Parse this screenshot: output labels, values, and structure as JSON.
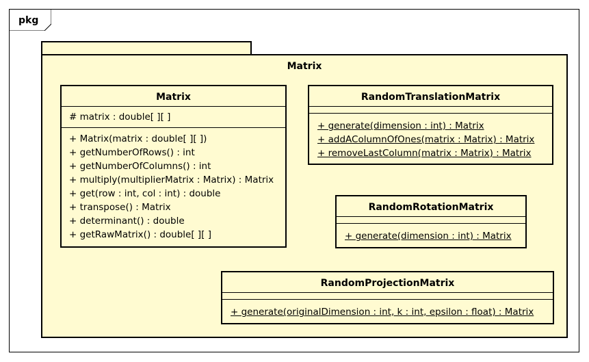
{
  "frame": {
    "label": "pkg"
  },
  "package": {
    "name": "Matrix"
  },
  "classes": {
    "matrix": {
      "name": "Matrix",
      "attributes": [
        "# matrix : double[ ][ ]"
      ],
      "operations": [
        "+ Matrix(matrix : double[ ][ ])",
        "+ getNumberOfRows() : int",
        "+ getNumberOfColumns() : int",
        "+ multiply(multiplierMatrix : Matrix) : Matrix",
        "+ get(row : int, col : int) : double",
        "+ transpose() : Matrix",
        "+ determinant() : double",
        "+ getRawMatrix() : double[ ][ ]"
      ]
    },
    "random_translation_matrix": {
      "name": "RandomTranslationMatrix",
      "attributes": [],
      "operations": [
        "+ generate(dimension : int) : Matrix",
        "+ addAColumnOfOnes(matrix : Matrix) : Matrix",
        "+ removeLastColumn(matrix : Matrix) : Matrix"
      ]
    },
    "random_rotation_matrix": {
      "name": "RandomRotationMatrix",
      "attributes": [],
      "operations": [
        "+ generate(dimension : int) : Matrix"
      ]
    },
    "random_projection_matrix": {
      "name": "RandomProjectionMatrix",
      "attributes": [],
      "operations": [
        "+ generate(originalDimension : int, k : int, epsilon : float) : Matrix"
      ]
    }
  },
  "colors": {
    "fill": "#fffbd1",
    "stroke": "#000000"
  }
}
